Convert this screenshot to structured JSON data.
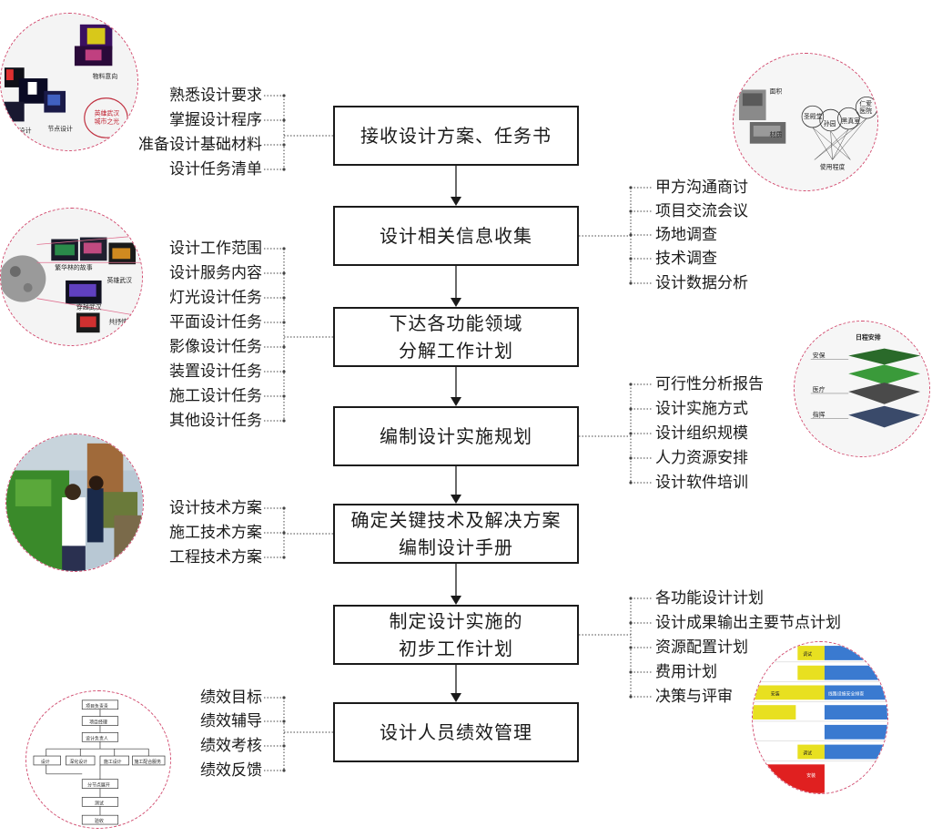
{
  "steps": [
    {
      "lines": [
        "接收设计方案、任务书"
      ]
    },
    {
      "lines": [
        "设计相关信息收集"
      ]
    },
    {
      "lines": [
        "下达各功能领域",
        "分解工作计划"
      ]
    },
    {
      "lines": [
        "编制设计实施规划"
      ]
    },
    {
      "lines": [
        "确定关键技术及解决方案",
        "编制设计手册"
      ]
    },
    {
      "lines": [
        "制定设计实施的",
        "初步工作计划"
      ]
    },
    {
      "lines": [
        "设计人员绩效管理"
      ]
    }
  ],
  "groups": {
    "step1_left": [
      "熟悉设计要求",
      "掌握设计程序",
      "准备设计基础材料",
      "设计任务清单"
    ],
    "step2_right": [
      "甲方沟通商讨",
      "项目交流会议",
      "场地调查",
      "技术调查",
      "设计数据分析"
    ],
    "step3_left": [
      "设计工作范围",
      "设计服务内容",
      "灯光设计任务",
      "平面设计任务",
      "影像设计任务",
      "装置设计任务",
      "施工设计任务",
      "其他设计任务"
    ],
    "step4_right": [
      "可行性分析报告",
      "设计实施方式",
      "设计组织规模",
      "人力资源安排",
      "设计软件培训"
    ],
    "step5_left": [
      "设计技术方案",
      "施工技术方案",
      "工程技术方案"
    ],
    "step6_right": [
      "各功能设计计划",
      "设计成果输出主要节点计划",
      "资源配置计划",
      "费用计划",
      "决策与评审"
    ],
    "step7_left": [
      "绩效目标",
      "绩效辅导",
      "绩效考核",
      "绩效反馈"
    ]
  },
  "thumbnails": {
    "c1": {
      "labels": [
        "物料意向",
        "英雄武汉",
        "城市之光",
        "节点设计",
        "展面设计"
      ]
    },
    "c2": {
      "labels": [
        "面积",
        "材质",
        "圣殿堂",
        "孙园",
        "黑真室",
        "仁爱",
        "医院",
        "使用程度"
      ]
    },
    "c3": {
      "labels": [
        "繁华林的故事",
        "英雄武汉",
        "穿越武汉",
        "共抒情"
      ]
    },
    "c4": {
      "labels": [
        "日程安排",
        "安保",
        "医疗",
        "指挥"
      ]
    },
    "c6": {
      "labels": [
        "项目负责责",
        "项目经理",
        "设计负责人",
        "设计",
        "深化设计",
        "施工设计",
        "施工配合服务",
        "分节点展开",
        "测试",
        "验收"
      ]
    },
    "c7": {
      "labels": [
        "调试",
        "安装",
        "线路设施安全排查",
        "调试",
        "安装"
      ]
    }
  }
}
